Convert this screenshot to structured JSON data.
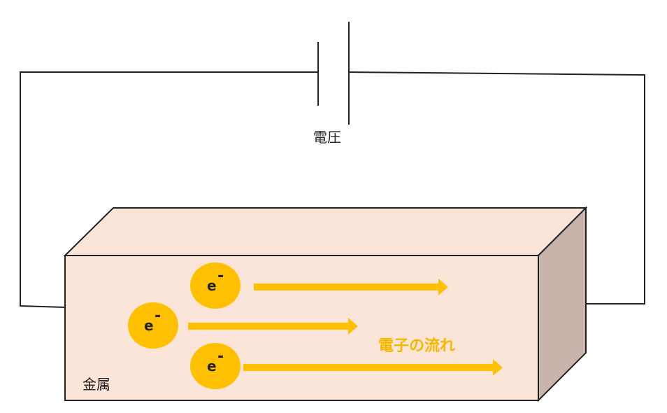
{
  "labels": {
    "voltage": "電圧",
    "metal": "金属",
    "electron_flow": "電子の流れ"
  },
  "electrons": [
    {
      "symbol": "e",
      "charge": "-"
    },
    {
      "symbol": "e",
      "charge": "-"
    },
    {
      "symbol": "e",
      "charge": "-"
    }
  ],
  "colors": {
    "metal_front": "#fbe5d9",
    "metal_side": "#c8b4aa",
    "electron": "#fec000",
    "arrow": "#fec000",
    "flow_label": "#f5b800",
    "wire": "#222222"
  }
}
